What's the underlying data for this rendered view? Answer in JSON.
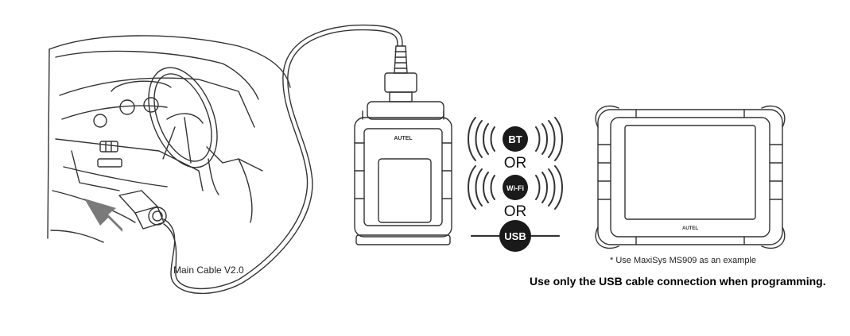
{
  "labels": {
    "cable": "Main Cable V2.0",
    "example_note": "* Use MaxiSys MS909 as an example",
    "usb_warning": "Use only the USB cable connection when programming."
  },
  "connections": {
    "bt": "BT",
    "wifi": "Wi-Fi",
    "usb": "USB",
    "or_1": "OR",
    "or_2": "OR"
  },
  "brand": {
    "vci": "AUTEL",
    "tablet": "AUTEL"
  },
  "colors": {
    "line": "#333333",
    "badge": "#1a1a1a",
    "arrow": "#7a7a7a",
    "background": "#ffffff"
  }
}
